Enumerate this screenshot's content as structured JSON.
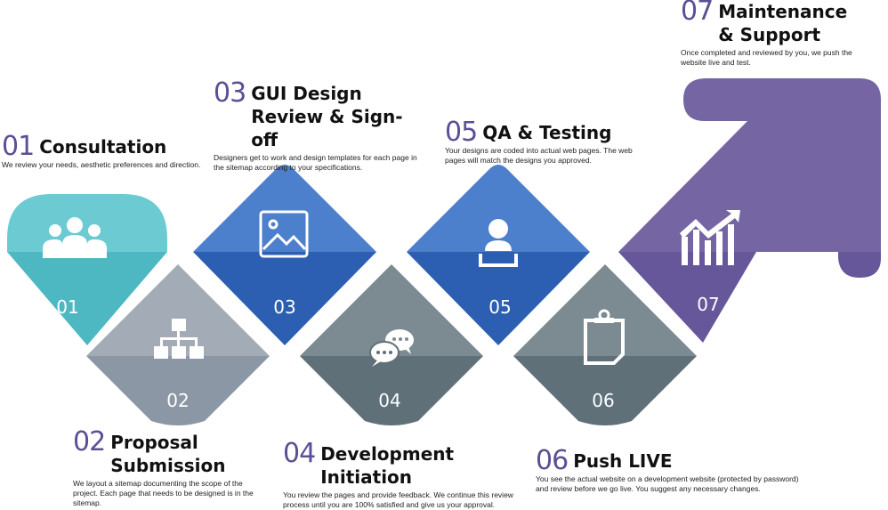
{
  "steps": [
    {
      "num": "01",
      "title": "Consultation",
      "desc": "We review your needs, aesthetic preferences and direction.",
      "label": "01",
      "icon": "team-icon",
      "colors": [
        "#6ccbd2",
        "#4db8c2"
      ]
    },
    {
      "num": "02",
      "title": "Proposal\nSubmission",
      "desc": "We layout a sitemap documenting the scope of the project. Each page that needs to be designed is in the sitemap.",
      "label": "02",
      "icon": "sitemap-icon",
      "colors": [
        "#a3abb6",
        "#8b97a5"
      ]
    },
    {
      "num": "03",
      "title": "GUI Design\nReview & Sign-off",
      "desc": "Designers get to work and design templates for each page in the sitemap according to your specifications.",
      "label": "03",
      "icon": "image-icon",
      "colors": [
        "#4d80cc",
        "#2c5fb2"
      ]
    },
    {
      "num": "04",
      "title": "Development\nInitiation",
      "desc": "You review the pages and provide feedback. We continue this review process until you are 100% satisfied and give us your approval.",
      "label": "04",
      "icon": "chat-icon",
      "colors": [
        "#7b8b91",
        "#5f7079"
      ]
    },
    {
      "num": "05",
      "title": "QA & Testing",
      "desc": "Your designs are coded into actual web pages. The web pages will match the designs you approved.",
      "label": "05",
      "icon": "user-laptop-icon",
      "colors": [
        "#4d80cc",
        "#2c5fb2"
      ]
    },
    {
      "num": "06",
      "title": "Push LIVE",
      "desc": "You see the actual website on a development website (protected by password) and review before we go live. You suggest any necessary changes.",
      "label": "06",
      "icon": "clipboard-icon",
      "colors": [
        "#7b8b91",
        "#5f7079"
      ]
    },
    {
      "num": "07",
      "title": "Maintenance\n& Support",
      "desc": "Once completed and reviewed by you, we push the website live and test.",
      "label": "07",
      "icon": "growth-chart-icon",
      "colors": [
        "#7566a3",
        "#65579a"
      ]
    }
  ]
}
